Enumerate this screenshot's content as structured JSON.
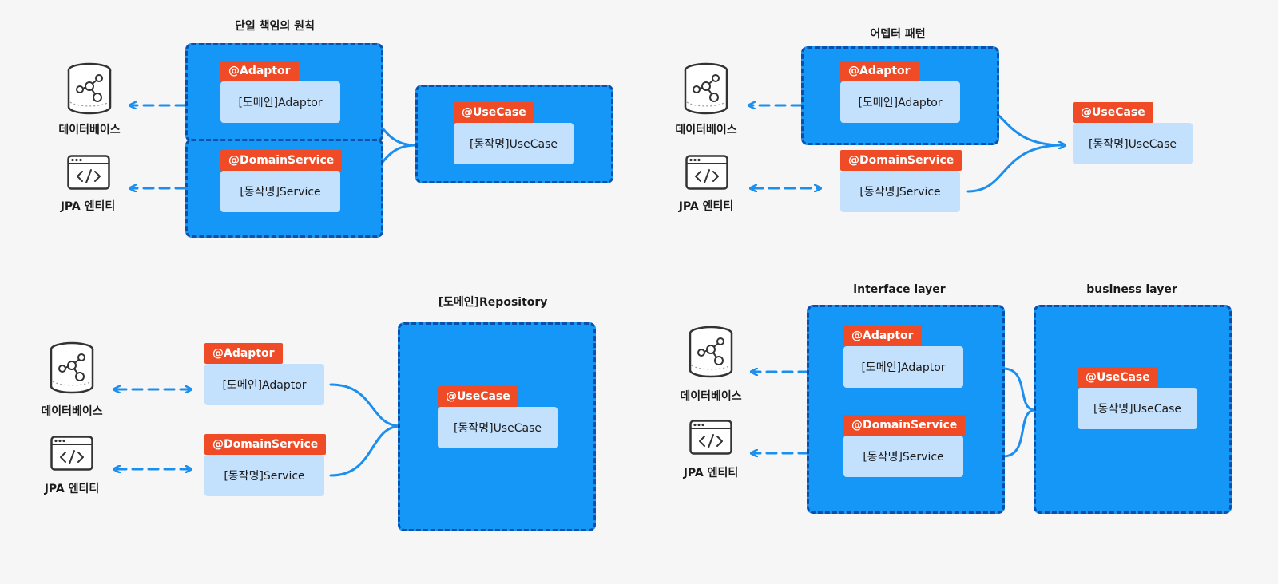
{
  "labels": {
    "database": "데이터베이스",
    "jpa_entity": "JPA 엔티티",
    "adaptor_tag": "@Adaptor",
    "adaptor_box": "[도메인]Adaptor",
    "service_tag": "@DomainService",
    "service_box": "[동작명]Service",
    "usecase_tag": "@UseCase",
    "usecase_box": "[동작명]UseCase"
  },
  "titles": {
    "srp": "단일 책임의 원칙",
    "adapter_pattern": "어뎁터 패턴",
    "repository": "[도메인]Repository",
    "interface_layer": "interface layer",
    "business_layer": "business layer"
  },
  "colors": {
    "container_fill": "#1597f8",
    "container_border": "#0c4fa8",
    "tag": "#ee4b26",
    "box": "#c3e0fc",
    "wire": "#1a8ff0",
    "background": "#f6f6f6"
  },
  "icons": [
    "database-icon",
    "code-window-icon"
  ]
}
